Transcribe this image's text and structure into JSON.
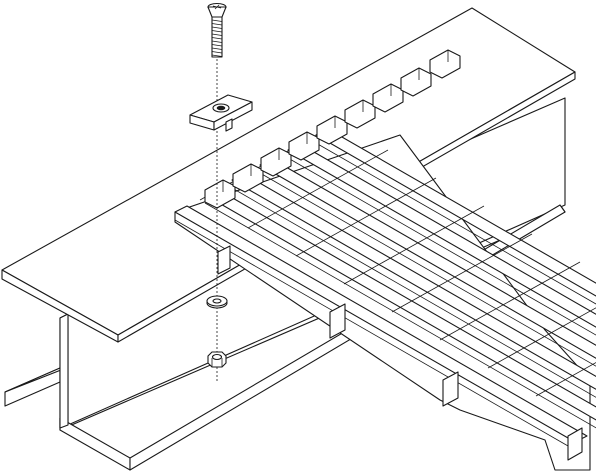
{
  "figure": {
    "subject": "grating-clip-fastening-assembly",
    "parts": [
      "countersunk-screw",
      "hold-down-clip",
      "washer",
      "hex-nut",
      "i-beam",
      "grating-panel"
    ],
    "line_color": "#1a1a1a",
    "background_color": "#ffffff"
  }
}
